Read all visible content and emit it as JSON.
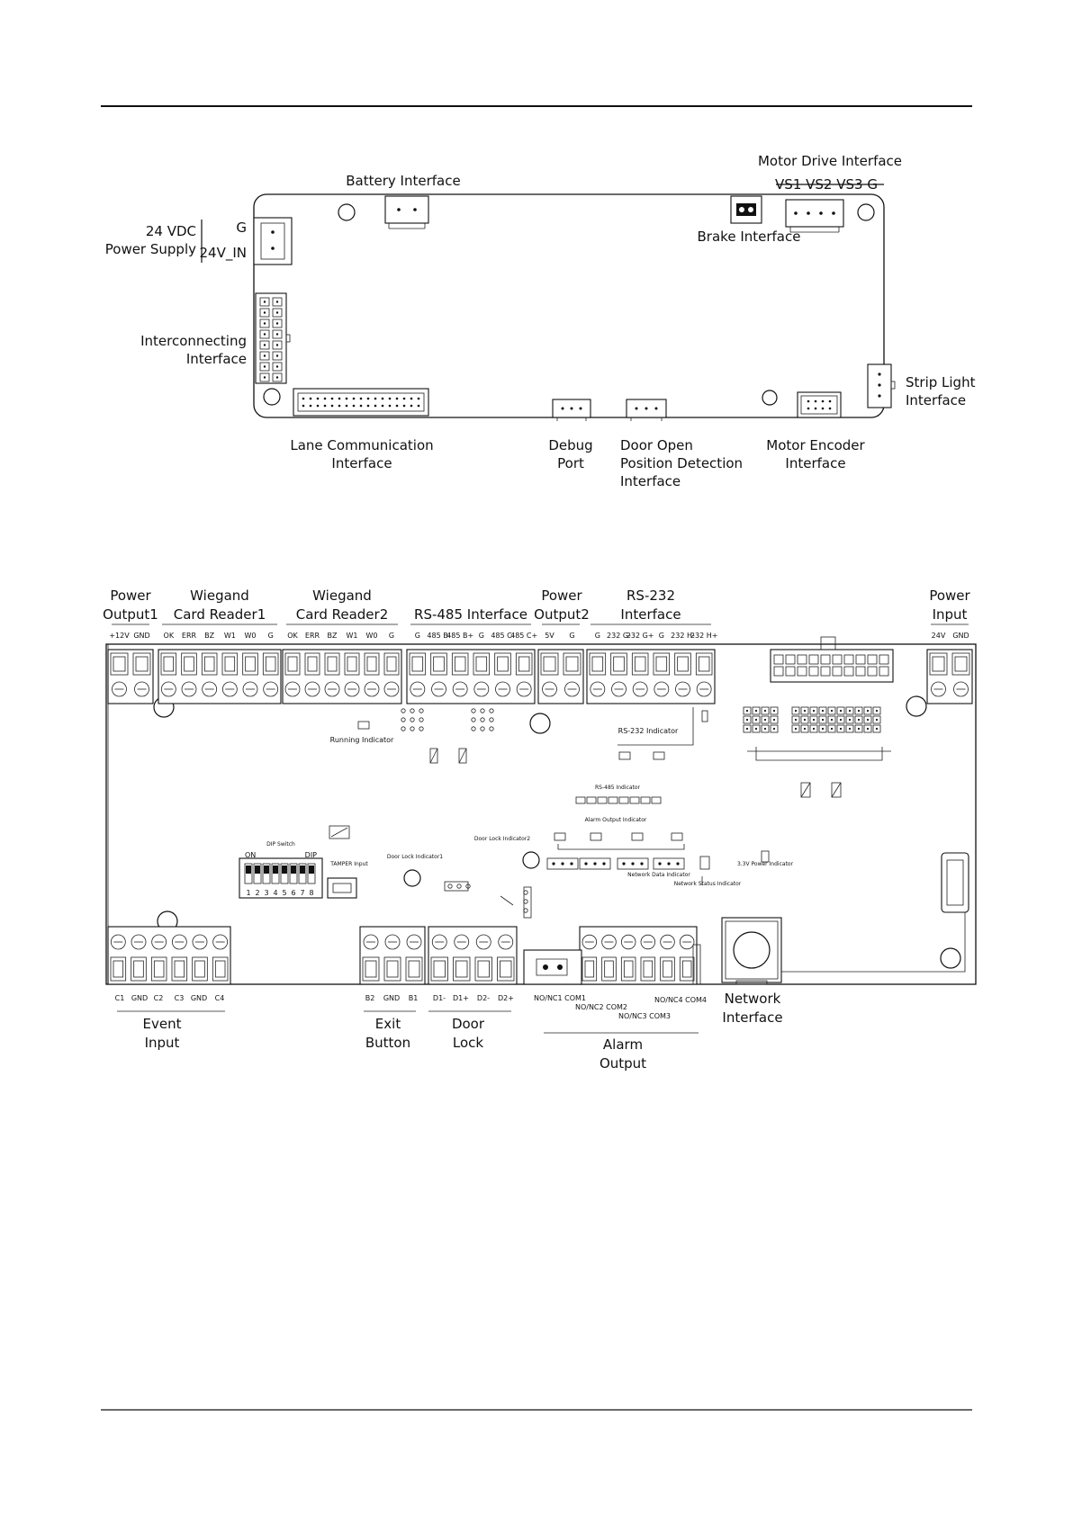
{
  "board1": {
    "battery_interface": "Battery Interface",
    "motor_drive_interface": "Motor Drive Interface",
    "motor_drive_pins": "VS1 VS2 VS3 G",
    "brake_interface": "Brake Interface",
    "power_supply_line1": "24 VDC",
    "power_supply_line2": "Power Supply",
    "pin_g": "G",
    "pin_24v_in": "24V_IN",
    "interconnecting_line1": "Interconnecting",
    "interconnecting_line2": "Interface",
    "strip_light_line1": "Strip Light",
    "strip_light_line2": "Interface",
    "lane_comm_line1": "Lane Communication",
    "lane_comm_line2": "Interface",
    "debug_line1": "Debug",
    "debug_line2": "Port",
    "door_open_line1": "Door Open",
    "door_open_line2": "Position Detection",
    "door_open_line3": "Interface",
    "motor_encoder_line1": "Motor Encoder",
    "motor_encoder_line2": "Interface"
  },
  "board2": {
    "top_groups": [
      {
        "line1": "Power",
        "line2": "Output1",
        "pins": [
          "+12V",
          "GND"
        ]
      },
      {
        "line1": "Wiegand",
        "line2": "Card Reader1",
        "pins": [
          "OK",
          "ERR",
          "BZ",
          "W1",
          "W0",
          "G"
        ]
      },
      {
        "line1": "Wiegand",
        "line2": "Card Reader2",
        "pins": [
          "OK",
          "ERR",
          "BZ",
          "W1",
          "W0",
          "G"
        ]
      },
      {
        "line1": "RS-485 Interface",
        "line2": "",
        "pins": [
          "G",
          "485 B-",
          "485 B+",
          "G",
          "485 C-",
          "485 C+"
        ]
      },
      {
        "line1": "Power",
        "line2": "Output2",
        "pins": [
          "5V",
          "G"
        ]
      },
      {
        "line1": "RS-232",
        "line2": "Interface",
        "pins": [
          "G",
          "232 G-",
          "232 G+",
          "G",
          "232 H-",
          "232 H+"
        ]
      },
      {
        "line1": "Power",
        "line2": "Input",
        "pins": [
          "24V",
          "GND"
        ]
      }
    ],
    "bottom_groups": [
      {
        "line1": "Event",
        "line2": "Input",
        "pins": [
          "C1",
          "GND",
          "C2",
          "C3",
          "GND",
          "C4"
        ]
      },
      {
        "line1": "Exit",
        "line2": "Button",
        "pins": [
          "B2",
          "GND",
          "B1"
        ]
      },
      {
        "line1": "Door",
        "line2": "Lock",
        "pins": [
          "D1-",
          "D1+",
          "D2-",
          "D2+"
        ]
      },
      {
        "line1": "Alarm",
        "line2": "Output",
        "pins": [
          "NO/NC1 COM1",
          "NO/NC2 COM2",
          "NO/NC3 COM3",
          "NO/NC4 COM4"
        ]
      },
      {
        "line1": "Network",
        "line2": "Interface",
        "pins": []
      }
    ],
    "indicators": {
      "running": "Running Indicator",
      "rs232": "RS-232 Indicator",
      "rs485": "RS-485 Indicator",
      "alarm_output": "Alarm Output Indicator",
      "door_lock1": "Door Lock Indicator1",
      "door_lock2": "Door Lock Indicator2",
      "network_data": "Network Data Indicator",
      "network_status": "Network Status Indicator",
      "power_33v": "3.3V Power Indicator",
      "dip_switch": "DIP Switch",
      "dip_on": "ON",
      "dip_dip": "DIP",
      "dip_numbers": [
        "1",
        "2",
        "3",
        "4",
        "5",
        "6",
        "7",
        "8"
      ],
      "tamper": "TAMPER Input"
    }
  }
}
